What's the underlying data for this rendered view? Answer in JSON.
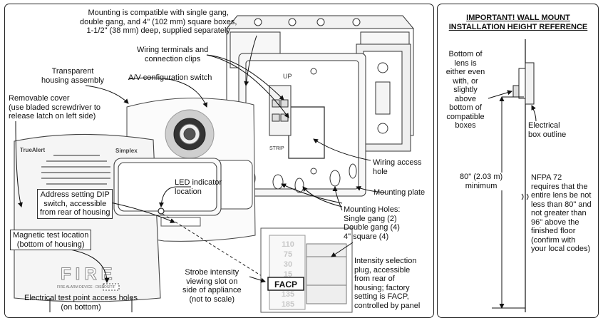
{
  "callouts": {
    "mounting": [
      "Mounting is compatible with single gang,",
      "double gang, and 4\" (102 mm) square boxes,",
      "1-1/2\" (38 mm) deep, supplied separately"
    ],
    "wiring_terminals": [
      "Wiring terminals and",
      "connection clips"
    ],
    "transparent_housing": [
      "Transparent",
      "housing assembly"
    ],
    "av_switch": "A/V configuration switch",
    "removable_cover": [
      "Removable cover",
      "(use bladed screwdriver to",
      "release latch on left side)"
    ],
    "led_indicator": [
      "LED indicator",
      "location"
    ],
    "dip_switch": [
      "Address setting DIP",
      "switch, accessible",
      "from rear of housing"
    ],
    "magnetic_test": [
      "Magnetic test location",
      "(bottom of housing)"
    ],
    "electrical_test": [
      "Electrical test point access holes",
      "(on bottom)"
    ],
    "strobe_slot": [
      "Strobe intensity",
      "viewing slot on",
      "side of appliance",
      "(not to scale)"
    ],
    "wiring_access": [
      "Wiring access",
      "hole"
    ],
    "mounting_plate": "Mounting plate",
    "mounting_holes": [
      "Mounting Holes:",
      "Single gang (2)",
      "Double gang (4)",
      "4\" square (4)"
    ],
    "intensity_plug": [
      "Intensity selection",
      "plug, accessible",
      "from rear of",
      "housing; factory",
      "setting is FACP,",
      "controlled by panel"
    ]
  },
  "device": {
    "brand_left": "TrueAlert",
    "brand_right": "Simplex",
    "fire_text": "FIRE",
    "fire_subtext": "FIRE ALARM DEVICE · DISPOSITIF",
    "up_label": "UP",
    "strip_label": "STRIP",
    "facp_label": "FACP",
    "intensity_values": [
      "110",
      "75",
      "30",
      "15",
      "FACP",
      "135",
      "185"
    ]
  },
  "right": {
    "header": [
      "IMPORTANT! WALL MOUNT",
      "INSTALLATION HEIGHT REFERENCE"
    ],
    "bottom_of_lens": [
      "Bottom of",
      "lens is",
      "either even",
      "with, or",
      "slightly",
      "above",
      "bottom of",
      "compatible",
      "boxes"
    ],
    "electrical_box": [
      "Electrical",
      "box outline"
    ],
    "height": [
      "80\" (2.03 m)",
      "minimum"
    ],
    "nfpa": [
      "NFPA 72",
      "requires that the",
      "entire lens be not",
      "less than 80\" and",
      "not greater than",
      "96\" above the",
      "finished floor",
      "(confirm with",
      "your local codes)"
    ]
  }
}
